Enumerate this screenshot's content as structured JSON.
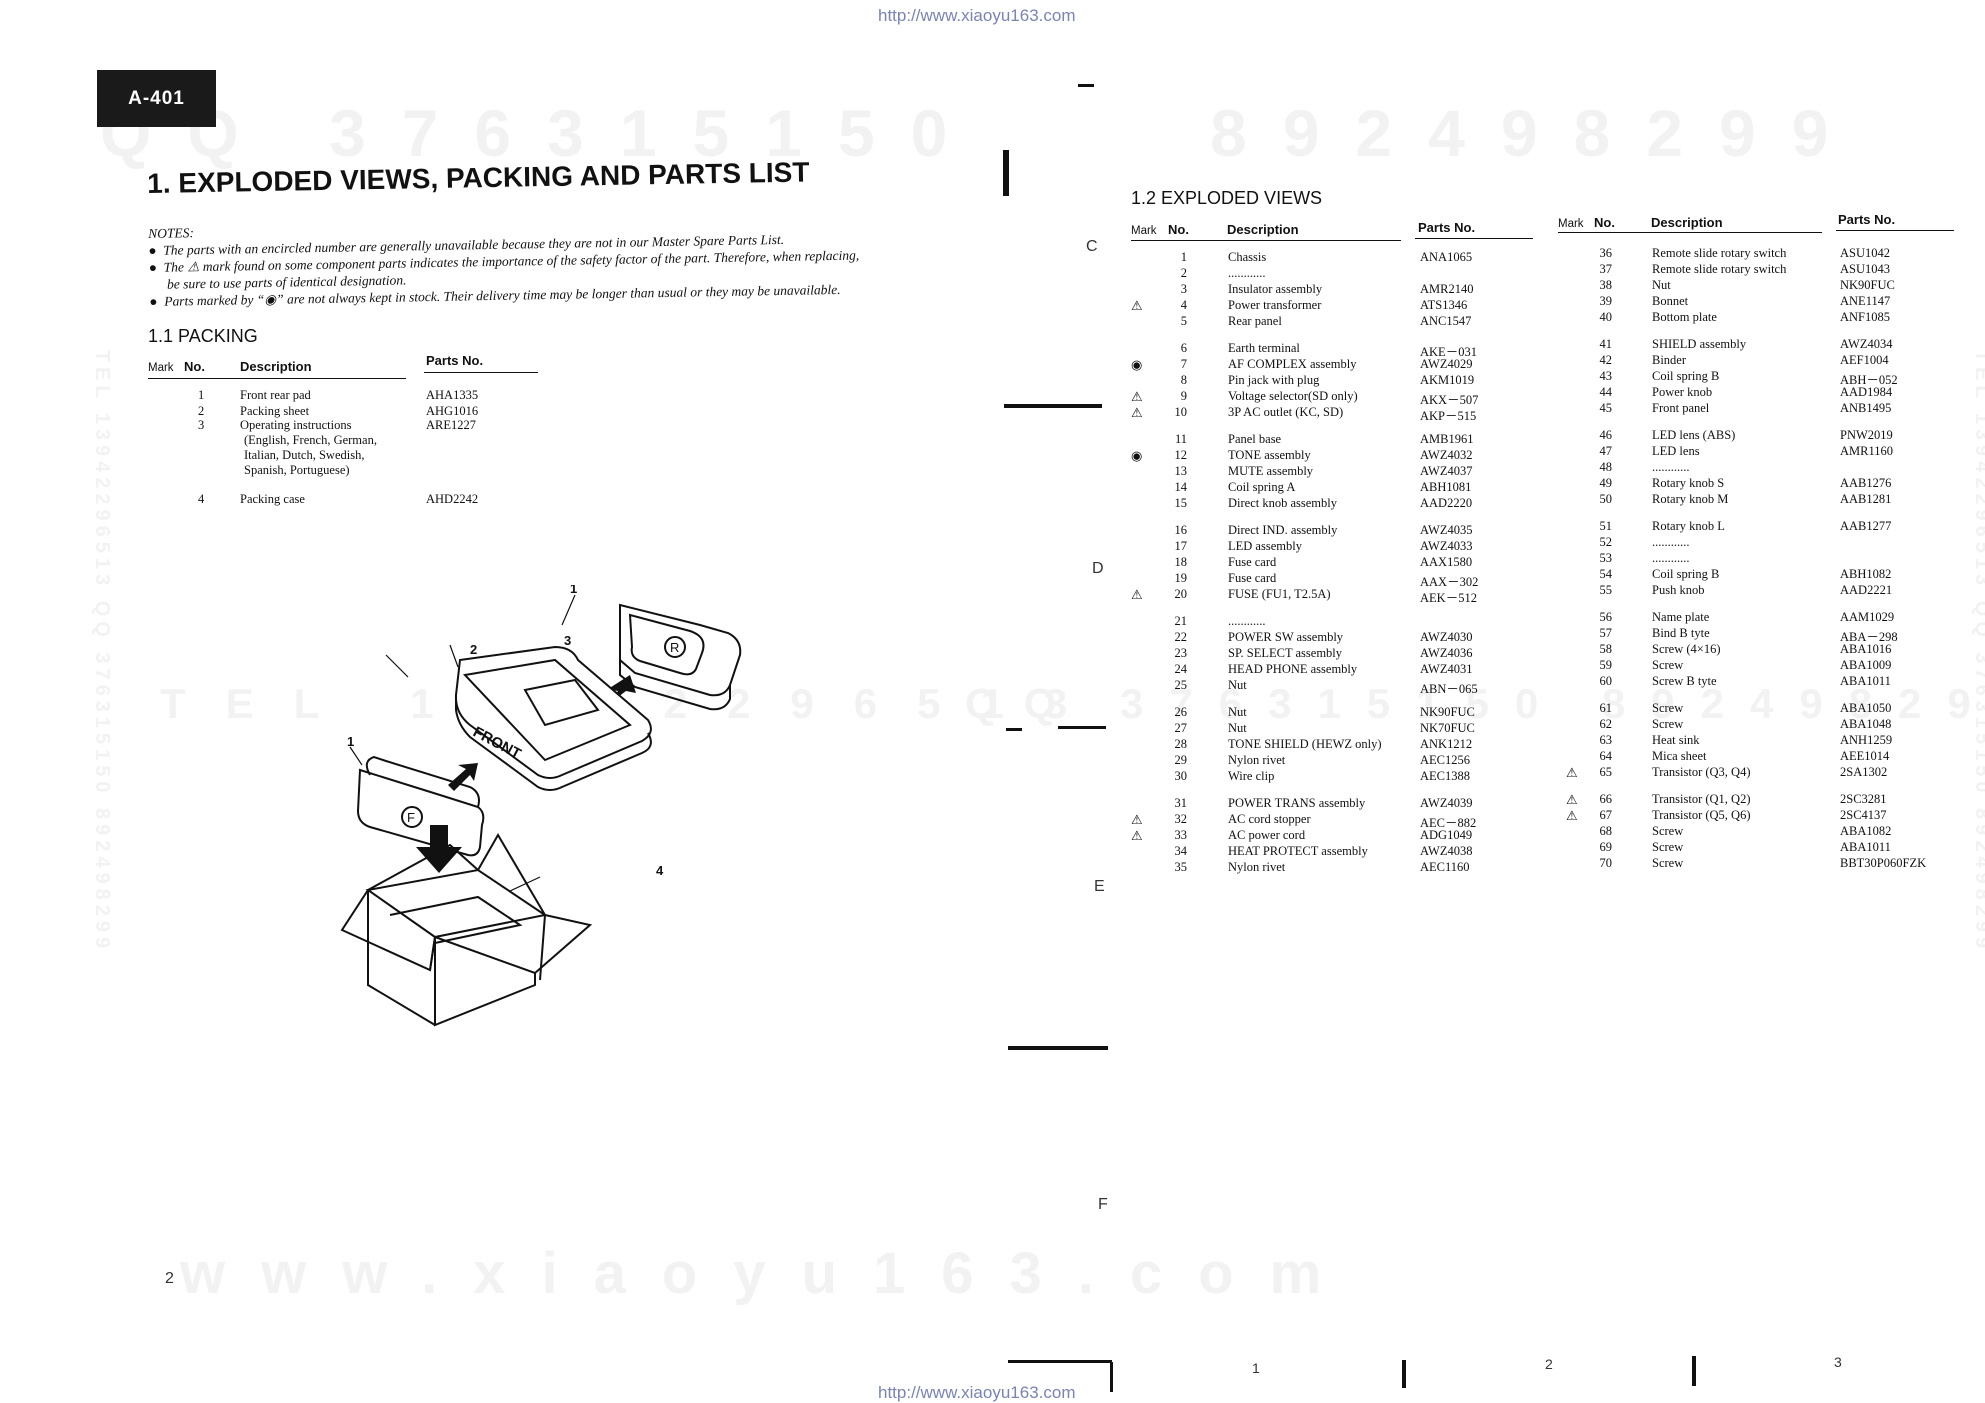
{
  "header": {
    "url_top": "http://www.xiaoyu163.com",
    "url_bottom": "http://www.xiaoyu163.com",
    "model": "A-401"
  },
  "watermarks": {
    "row1": "QQ 376315150",
    "row1b": "892498299",
    "row2": "TEL 13942296513",
    "row2b": "QQ 376315150 892498299",
    "row3": "www.xiaoyu163.com",
    "side_left": "TEL 13942296513 QQ 376315150 892498299",
    "side_right": "TEL 13942296513 QQ 376315150 892498299"
  },
  "title": "1.  EXPLODED VIEWS, PACKING AND PARTS LIST",
  "notes": {
    "heading": "NOTES:",
    "items": [
      "The parts with an encircled number are generally unavailable because they are not in our Master Spare Parts List.",
      "The ⚠ mark found on some component parts indicates the importance of the safety factor of the part. Therefore, when replacing,",
      "be sure to use parts of identical designation.",
      "Parts marked by “◉” are not always kept in stock. Their delivery time may be longer than usual or they may be unavailable."
    ]
  },
  "packing": {
    "heading": "1.1  PACKING",
    "col_mark": "Mark",
    "col_no": "No.",
    "col_desc": "Description",
    "col_parts": "Parts No.",
    "rows": [
      {
        "no": "1",
        "desc": "Front rear pad",
        "parts": "AHA1335"
      },
      {
        "no": "2",
        "desc": "Packing sheet",
        "parts": "AHG1016"
      },
      {
        "no": "3",
        "desc": "Operating instructions",
        "parts": "ARE1227"
      },
      {
        "no": "",
        "desc": "(English, French, German,",
        "parts": ""
      },
      {
        "no": "",
        "desc": "Italian, Dutch, Swedish,",
        "parts": ""
      },
      {
        "no": "",
        "desc": "Spanish, Portuguese)",
        "parts": ""
      },
      {
        "no": "4",
        "desc": "Packing case",
        "parts": "AHD2242"
      }
    ]
  },
  "diagram": {
    "callouts": [
      "1",
      "2",
      "3",
      "1",
      "4"
    ],
    "front_label": "FRONT",
    "r_label": "R",
    "f_label": "F"
  },
  "exploded": {
    "heading": "1.2  EXPLODED VIEWS",
    "col_mark": "Mark",
    "col_no": "No.",
    "col_desc": "Description",
    "col_parts": "Parts No.",
    "left": [
      {
        "mark": "",
        "no": "1",
        "desc": "Chassis",
        "parts": "ANA1065"
      },
      {
        "mark": "",
        "no": "2",
        "desc": "............",
        "parts": ""
      },
      {
        "mark": "",
        "no": "3",
        "desc": "Insulator assembly",
        "parts": "AMR2140"
      },
      {
        "mark": "⚠",
        "no": "4",
        "desc": "Power transformer",
        "parts": "ATS1346"
      },
      {
        "mark": "",
        "no": "5",
        "desc": "Rear panel",
        "parts": "ANC1547"
      },
      {
        "mark": "",
        "no": "6",
        "desc": "Earth terminal",
        "parts": "AKE－031"
      },
      {
        "mark": "◉",
        "no": "7",
        "desc": "AF COMPLEX assembly",
        "parts": "AWZ4029"
      },
      {
        "mark": "",
        "no": "8",
        "desc": "Pin jack with plug",
        "parts": "AKM1019"
      },
      {
        "mark": "⚠",
        "no": "9",
        "desc": "Voltage selector(SD only)",
        "parts": "AKX－507"
      },
      {
        "mark": "⚠",
        "no": "10",
        "desc": "3P AC outlet (KC, SD)",
        "parts": "AKP－515"
      },
      {
        "mark": "",
        "no": "11",
        "desc": "Panel base",
        "parts": "AMB1961"
      },
      {
        "mark": "◉",
        "no": "12",
        "desc": "TONE assembly",
        "parts": "AWZ4032"
      },
      {
        "mark": "",
        "no": "13",
        "desc": "MUTE assembly",
        "parts": "AWZ4037"
      },
      {
        "mark": "",
        "no": "14",
        "desc": "Coil spring A",
        "parts": "ABH1081"
      },
      {
        "mark": "",
        "no": "15",
        "desc": "Direct knob assembly",
        "parts": "AAD2220"
      },
      {
        "mark": "",
        "no": "16",
        "desc": "Direct IND. assembly",
        "parts": "AWZ4035"
      },
      {
        "mark": "",
        "no": "17",
        "desc": "LED assembly",
        "parts": "AWZ4033"
      },
      {
        "mark": "",
        "no": "18",
        "desc": "Fuse card",
        "parts": "AAX1580"
      },
      {
        "mark": "",
        "no": "19",
        "desc": "Fuse card",
        "parts": "AAX－302"
      },
      {
        "mark": "⚠",
        "no": "20",
        "desc": "FUSE (FU1, T2.5A)",
        "parts": "AEK－512"
      },
      {
        "mark": "",
        "no": "21",
        "desc": "............",
        "parts": ""
      },
      {
        "mark": "",
        "no": "22",
        "desc": "POWER SW assembly",
        "parts": "AWZ4030"
      },
      {
        "mark": "",
        "no": "23",
        "desc": "SP. SELECT assembly",
        "parts": "AWZ4036"
      },
      {
        "mark": "",
        "no": "24",
        "desc": "HEAD PHONE assembly",
        "parts": "AWZ4031"
      },
      {
        "mark": "",
        "no": "25",
        "desc": "Nut",
        "parts": "ABN－065"
      },
      {
        "mark": "",
        "no": "26",
        "desc": "Nut",
        "parts": "NK90FUC"
      },
      {
        "mark": "",
        "no": "27",
        "desc": "Nut",
        "parts": "NK70FUC"
      },
      {
        "mark": "",
        "no": "28",
        "desc": "TONE SHIELD (HEWZ only)",
        "parts": "ANK1212"
      },
      {
        "mark": "",
        "no": "29",
        "desc": "Nylon rivet",
        "parts": "AEC1256"
      },
      {
        "mark": "",
        "no": "30",
        "desc": "Wire clip",
        "parts": "AEC1388"
      },
      {
        "mark": "",
        "no": "31",
        "desc": "POWER TRANS assembly",
        "parts": "AWZ4039"
      },
      {
        "mark": "⚠",
        "no": "32",
        "desc": "AC cord stopper",
        "parts": "AEC－882"
      },
      {
        "mark": "⚠",
        "no": "33",
        "desc": "AC power cord",
        "parts": "ADG1049"
      },
      {
        "mark": "",
        "no": "34",
        "desc": "HEAT PROTECT assembly",
        "parts": "AWZ4038"
      },
      {
        "mark": "",
        "no": "35",
        "desc": "Nylon rivet",
        "parts": "AEC1160"
      }
    ],
    "right": [
      {
        "mark": "",
        "no": "36",
        "desc": "Remote slide rotary switch",
        "parts": "ASU1042"
      },
      {
        "mark": "",
        "no": "37",
        "desc": "Remote slide rotary switch",
        "parts": "ASU1043"
      },
      {
        "mark": "",
        "no": "38",
        "desc": "Nut",
        "parts": "NK90FUC"
      },
      {
        "mark": "",
        "no": "39",
        "desc": "Bonnet",
        "parts": "ANE1147"
      },
      {
        "mark": "",
        "no": "40",
        "desc": "Bottom plate",
        "parts": "ANF1085"
      },
      {
        "mark": "",
        "no": "41",
        "desc": "SHIELD assembly",
        "parts": "AWZ4034"
      },
      {
        "mark": "",
        "no": "42",
        "desc": "Binder",
        "parts": "AEF1004"
      },
      {
        "mark": "",
        "no": "43",
        "desc": "Coil spring B",
        "parts": "ABH－052"
      },
      {
        "mark": "",
        "no": "44",
        "desc": "Power knob",
        "parts": "AAD1984"
      },
      {
        "mark": "",
        "no": "45",
        "desc": "Front panel",
        "parts": "ANB1495"
      },
      {
        "mark": "",
        "no": "46",
        "desc": "LED lens (ABS)",
        "parts": "PNW2019"
      },
      {
        "mark": "",
        "no": "47",
        "desc": "LED lens",
        "parts": "AMR1160"
      },
      {
        "mark": "",
        "no": "48",
        "desc": "............",
        "parts": ""
      },
      {
        "mark": "",
        "no": "49",
        "desc": "Rotary knob S",
        "parts": "AAB1276"
      },
      {
        "mark": "",
        "no": "50",
        "desc": "Rotary knob M",
        "parts": "AAB1281"
      },
      {
        "mark": "",
        "no": "51",
        "desc": "Rotary knob L",
        "parts": "AAB1277"
      },
      {
        "mark": "",
        "no": "52",
        "desc": "............",
        "parts": ""
      },
      {
        "mark": "",
        "no": "53",
        "desc": "............",
        "parts": ""
      },
      {
        "mark": "",
        "no": "54",
        "desc": "Coil spring B",
        "parts": "ABH1082"
      },
      {
        "mark": "",
        "no": "55",
        "desc": "Push knob",
        "parts": "AAD2221"
      },
      {
        "mark": "",
        "no": "56",
        "desc": "Name plate",
        "parts": "AAM1029"
      },
      {
        "mark": "",
        "no": "57",
        "desc": "Bind B tyte",
        "parts": "ABA－298"
      },
      {
        "mark": "",
        "no": "58",
        "desc": "Screw (4×16)",
        "parts": "ABA1016"
      },
      {
        "mark": "",
        "no": "59",
        "desc": "Screw",
        "parts": "ABA1009"
      },
      {
        "mark": "",
        "no": "60",
        "desc": "Screw B tyte",
        "parts": "ABA1011"
      },
      {
        "mark": "",
        "no": "61",
        "desc": "Screw",
        "parts": "ABA1050"
      },
      {
        "mark": "",
        "no": "62",
        "desc": "Screw",
        "parts": "ABA1048"
      },
      {
        "mark": "",
        "no": "63",
        "desc": "Heat sink",
        "parts": "ANH1259"
      },
      {
        "mark": "",
        "no": "64",
        "desc": "Mica sheet",
        "parts": "AEE1014"
      },
      {
        "mark": "⚠",
        "no": "65",
        "desc": "Transistor (Q3, Q4)",
        "parts": "2SA1302"
      },
      {
        "mark": "⚠",
        "no": "66",
        "desc": "Transistor (Q1, Q2)",
        "parts": "2SC3281"
      },
      {
        "mark": "⚠",
        "no": "67",
        "desc": "Transistor (Q5, Q6)",
        "parts": "2SC4137"
      },
      {
        "mark": "",
        "no": "68",
        "desc": "Screw",
        "parts": "ABA1082"
      },
      {
        "mark": "",
        "no": "69",
        "desc": "Screw",
        "parts": "ABA1011"
      },
      {
        "mark": "",
        "no": "70",
        "desc": "Screw",
        "parts": "BBT30P060FZK"
      }
    ]
  },
  "margin_letters": [
    "C",
    "D",
    "E",
    "F"
  ],
  "page_number": "2",
  "footer_numbers": [
    "1",
    "2",
    "3"
  ]
}
